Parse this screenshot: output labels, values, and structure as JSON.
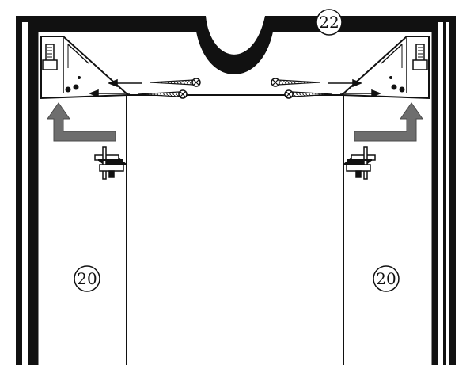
{
  "callouts": {
    "top_panel": "22",
    "left_side": "20",
    "right_side": "20"
  },
  "colors": {
    "ink": "#111111",
    "arrow_fill": "#6e6e6e",
    "background": "#ffffff"
  },
  "icons": {
    "screw": "screw-icon",
    "hinge": "hinge-bracket-icon",
    "arrow": "insert-arrow-icon"
  }
}
